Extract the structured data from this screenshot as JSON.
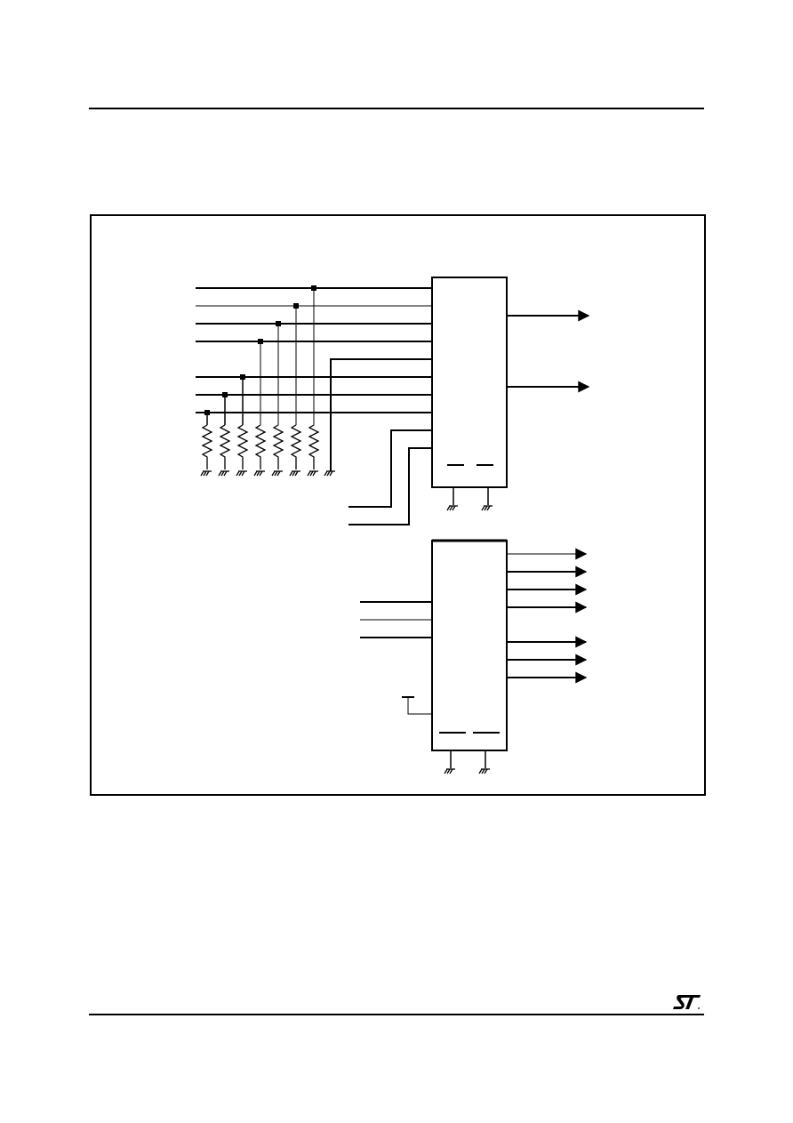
{
  "colors": {
    "ink": "#000000",
    "paper": "#ffffff"
  },
  "icons": {
    "logo": "st-logo"
  },
  "diagram": {
    "upper_block": {
      "input_lines": 9,
      "tap_resistors": 7,
      "outputs": 2,
      "ground_pins": 2
    },
    "lower_block": {
      "input_lines": 3,
      "outputs": 7,
      "ground_pins": 2
    }
  }
}
